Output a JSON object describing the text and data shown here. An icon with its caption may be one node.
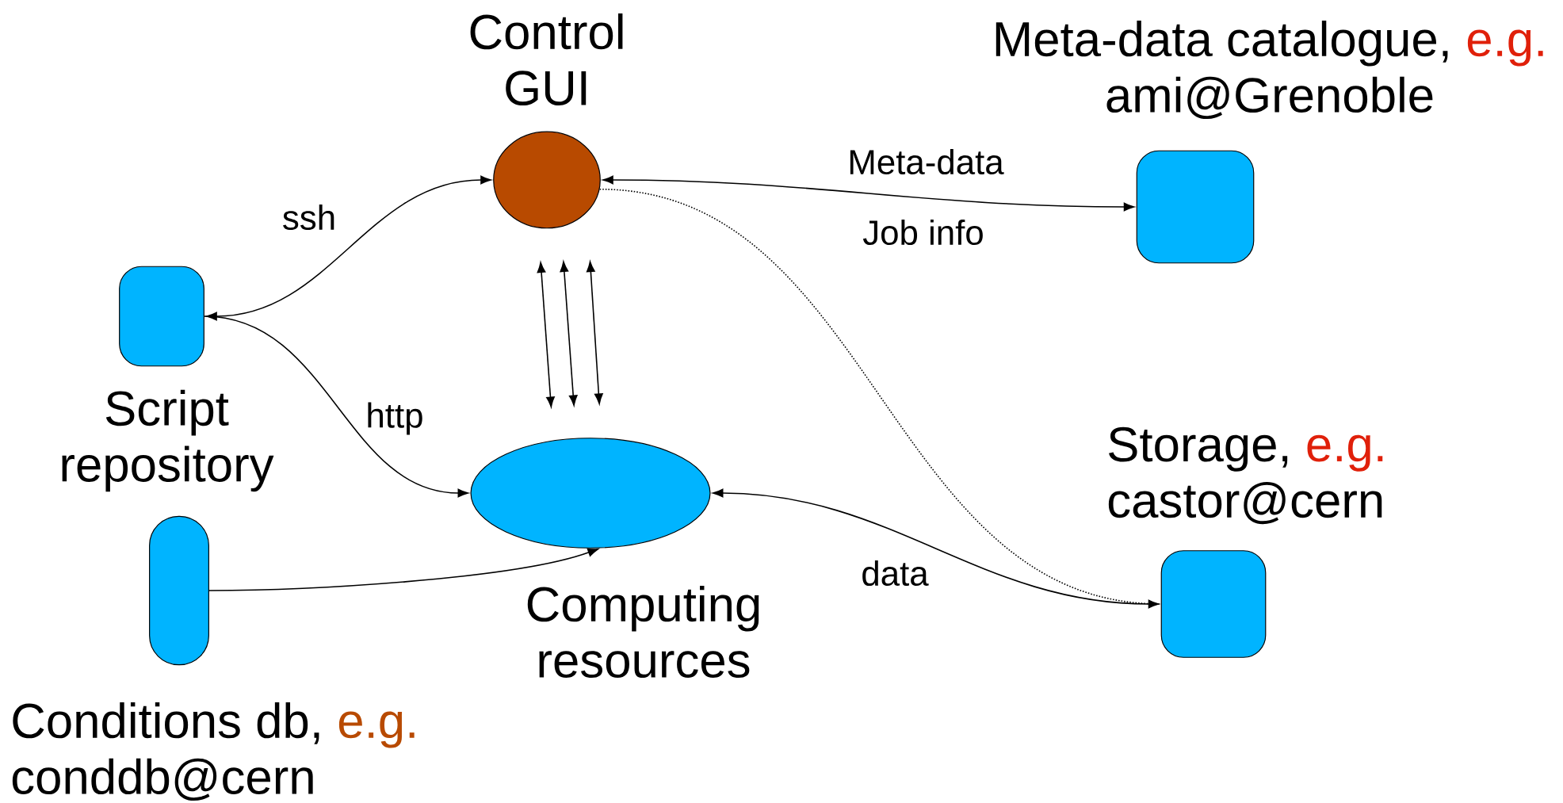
{
  "diagram": {
    "nodes": [
      {
        "text": [
          "Control GUI"
        ]
      },
      {
        "text": [
          "Meta-data catalogue,",
          "e.g.",
          "ami@Grenoble"
        ]
      },
      {
        "text": [
          "Script repository"
        ]
      },
      {
        "text": [
          "Computing resources"
        ]
      },
      {
        "text": [
          "Storage,",
          "e.g.",
          "castor@cern"
        ]
      },
      {
        "text": [
          "Conditions db,",
          "e.g.",
          "conddb@cern"
        ]
      }
    ],
    "edges": [
      {
        "from": 2,
        "to": 0,
        "arrow": "both",
        "label": "ssh"
      },
      {
        "from": 2,
        "to": 3,
        "arrow": "to",
        "label": "http"
      },
      {
        "from": 0,
        "to": 1,
        "arrow": "both",
        "label": "Meta-data"
      },
      {
        "from": 0,
        "to": 4,
        "arrow": "none",
        "style": "dashed"
      },
      {
        "from": 3,
        "to": 4,
        "arrow": "both",
        "label": "data"
      },
      {
        "from": 5,
        "to": 3,
        "arrow": "to"
      },
      {
        "from": 0,
        "to": 3,
        "arrow": "both"
      },
      {
        "from": 0,
        "to": 3,
        "arrow": "both"
      },
      {
        "from": 0,
        "to": 3,
        "arrow": "both"
      }
    ],
    "labels": [
      "Job info"
    ]
  }
}
